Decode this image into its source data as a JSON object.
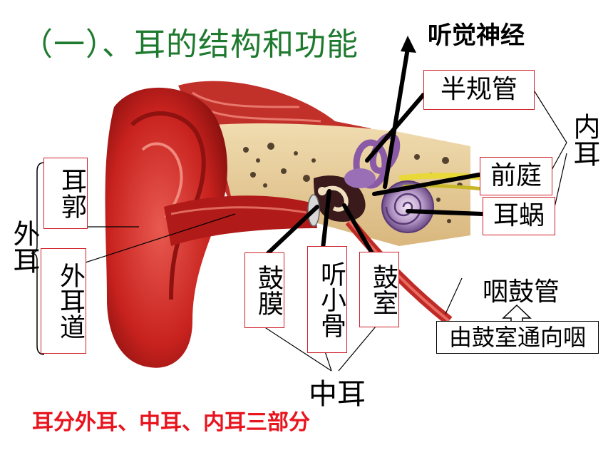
{
  "title": "（一）、耳的结构和功能",
  "labels": {
    "auditory_nerve": "听觉神经",
    "semicircular_canals": "半规管",
    "inner_ear": "内耳",
    "vestibule": "前庭",
    "cochlea": "耳蜗",
    "auricle": "耳郭",
    "outer_ear": "外耳",
    "ear_canal": "外耳道",
    "eardrum": "鼓膜",
    "ossicles": "听小骨",
    "tympanic_cavity": "鼓室",
    "eustachian_tube": "咽鼓管",
    "eustachian_note": "由鼓室通向咽",
    "middle_ear": "中耳"
  },
  "summary": "耳分外耳、中耳、内耳三部分",
  "colors": {
    "title": "#1e7a2e",
    "summary": "#e8141e",
    "box_border": "#d0202a"
  }
}
